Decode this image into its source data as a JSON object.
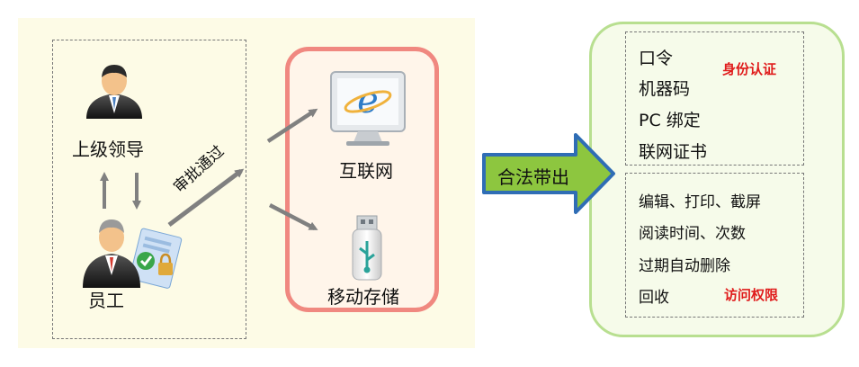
{
  "nodes": {
    "leader": "上级领导",
    "employee": "员工",
    "approval": "审批通过",
    "internet": "互联网",
    "mobile_storage": "移动存储",
    "legal_export": "合法带出"
  },
  "auth": {
    "items": [
      "口令",
      "机器码",
      "PC 绑定",
      "联网证书"
    ],
    "title": "身份认证"
  },
  "access": {
    "items": [
      "编辑、打印、截屏",
      "阅读时间、次数",
      "过期自动删除",
      "回收"
    ],
    "title": "访问权限"
  },
  "colors": {
    "red_border": "#f08880",
    "green_border": "#b8df90",
    "arrow_fill": "#8dc63f",
    "arrow_stroke": "#2f6db5",
    "red_text": "#e01b1b",
    "connector_gray": "#808080"
  }
}
